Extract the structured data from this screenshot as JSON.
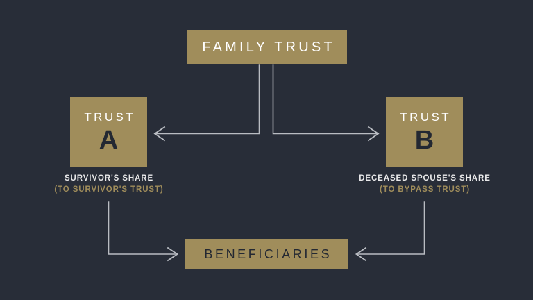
{
  "diagram": {
    "title_node": {
      "id": "family-trust",
      "label": "FAMILY TRUST"
    },
    "nodes": [
      {
        "id": "trust-a",
        "word": "TRUST",
        "letter": "A",
        "caption_main": "SURVIVOR'S SHARE",
        "caption_sub": "(TO SURVIVOR'S TRUST)"
      },
      {
        "id": "trust-b",
        "word": "TRUST",
        "letter": "B",
        "caption_main": "DECEASED SPOUSE'S SHARE",
        "caption_sub": "(TO BYPASS TRUST)"
      }
    ],
    "bottom_node": {
      "id": "beneficiaries",
      "label": "BENEFICIARIES"
    },
    "connectors": [
      {
        "name": "family-trust-to-trust-a",
        "arrow": "left"
      },
      {
        "name": "family-trust-to-trust-b",
        "arrow": "right"
      },
      {
        "name": "trust-a-to-beneficiaries",
        "arrow": "right"
      },
      {
        "name": "trust-b-to-beneficiaries",
        "arrow": "left"
      }
    ],
    "colors": {
      "background": "#282d38",
      "box_fill": "#a08d5b",
      "text_light": "#ffffff",
      "text_dark": "#232832",
      "accent_gold": "#a08d5b",
      "connector_line": "#b9bcc2"
    }
  }
}
